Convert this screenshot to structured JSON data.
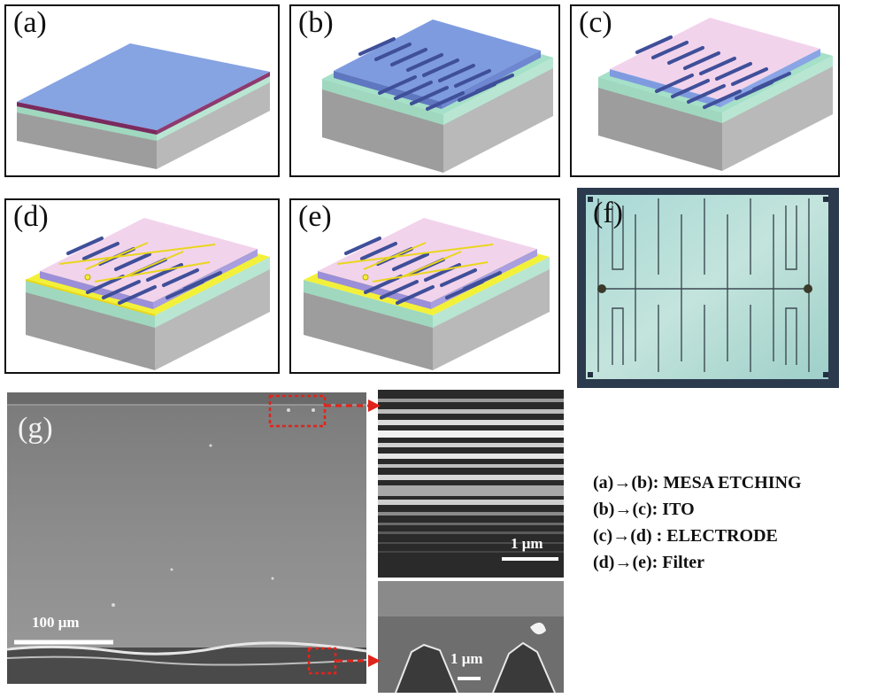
{
  "panels": {
    "a": {
      "label": "(a)"
    },
    "b": {
      "label": "(b)"
    },
    "c": {
      "label": "(c)"
    },
    "d": {
      "label": "(d)"
    },
    "e": {
      "label": "(e)"
    },
    "f": {
      "label": "(f)"
    },
    "g": {
      "label": "(g)"
    }
  },
  "sem": {
    "main_scale": "100 μm",
    "top_inset_scale": "1 μm",
    "bottom_inset_scale": "1 μm"
  },
  "steps": [
    {
      "text": "(a)→(b):  MESA ETCHING"
    },
    {
      "text": "(b)→(c):  ITO"
    },
    {
      "text": "(c)→(d) : ELECTRODE"
    },
    {
      "text": "(d)→(e):  Filter"
    }
  ],
  "colors": {
    "substrate": "#a7a7a7",
    "green_layer": "#8fd4b8",
    "mesa_blue": "#7f9be0",
    "ito_pink": "#f2d3ec",
    "electrode_yellow": "#f3f03a",
    "highlight_red": "#e0241b"
  }
}
